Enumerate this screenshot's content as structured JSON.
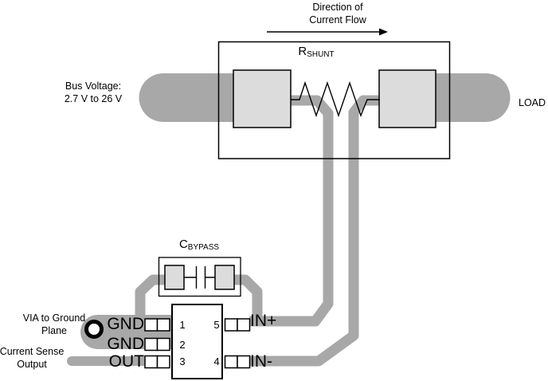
{
  "colors": {
    "trace": "#a8a8a8",
    "pad": "#dcdcdc",
    "outline": "#000000"
  },
  "annotations": {
    "direction": {
      "line1": "Direction of",
      "line2": "Current Flow"
    },
    "bus_voltage": {
      "line1": "Bus Voltage:",
      "line2": "2.7 V to 26 V"
    },
    "load": "LOAD",
    "via": {
      "line1": "VIA to Ground",
      "line2": "Plane"
    },
    "current_sense": {
      "line1": "Current Sense",
      "line2": "Output"
    }
  },
  "components": {
    "shunt": {
      "name": "R",
      "sub": "SHUNT"
    },
    "bypass": {
      "name": "C",
      "sub": "BYPASS"
    },
    "ic": {
      "pins": [
        {
          "number": "1",
          "label": "GND"
        },
        {
          "number": "2",
          "label": "GND"
        },
        {
          "number": "3",
          "label": "OUT"
        },
        {
          "number": "4",
          "label": "IN-"
        },
        {
          "number": "5",
          "label": "IN+"
        }
      ]
    }
  }
}
